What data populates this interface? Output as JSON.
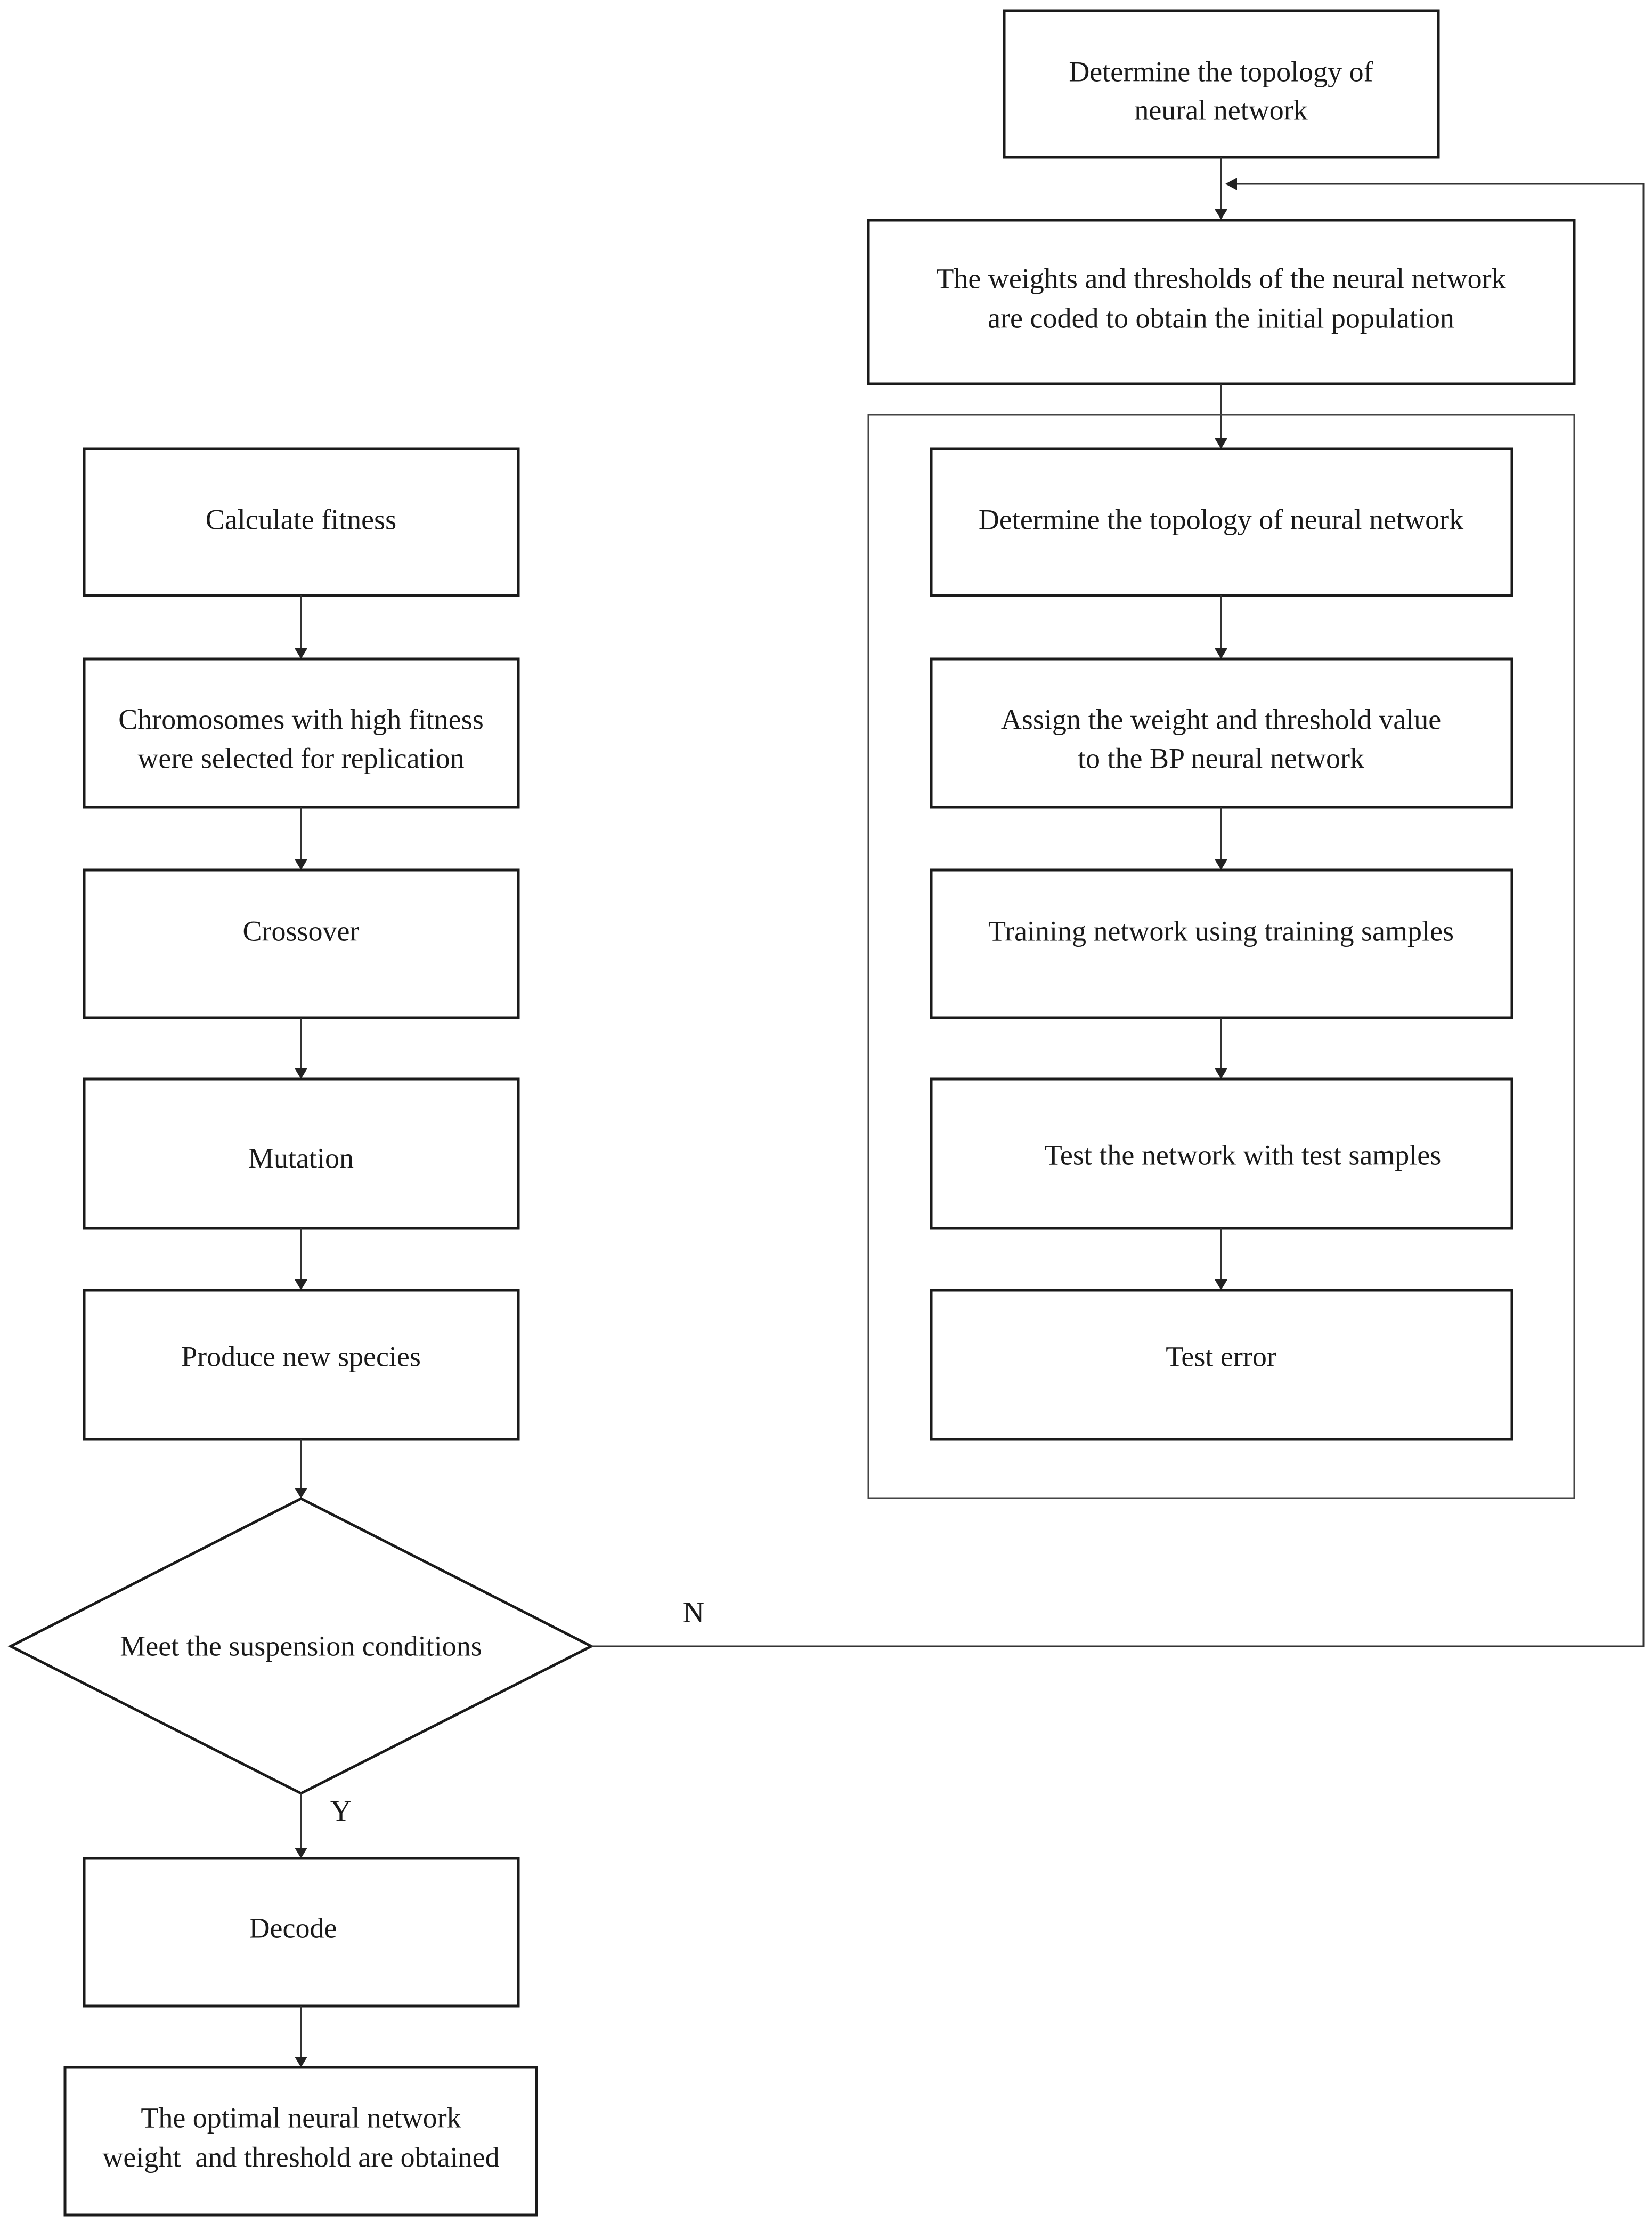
{
  "right_column": {
    "topology_box": [
      "Determine the topology of",
      "neural network"
    ],
    "coding_box": [
      "The weights and thresholds of the neural network",
      "are coded to obtain the initial population"
    ],
    "inner_steps": [
      [
        "Determine the topology of neural network"
      ],
      [
        "Assign the weight and threshold value",
        "to the BP neural network"
      ],
      [
        "Training network using training samples"
      ],
      [
        "Test the network with test samples"
      ],
      [
        "Test error"
      ]
    ]
  },
  "left_column": {
    "steps": [
      [
        "Calculate fitness"
      ],
      [
        "Chromosomes with high fitness",
        "were selected for replication"
      ],
      [
        "Crossover"
      ],
      [
        "Mutation"
      ],
      [
        "Produce new species"
      ]
    ],
    "decision": "Meet the suspension conditions",
    "yes_label": "Y",
    "no_label": "N",
    "decode": "Decode",
    "result": [
      "The optimal neural network",
      "weight  and threshold are obtained"
    ]
  }
}
